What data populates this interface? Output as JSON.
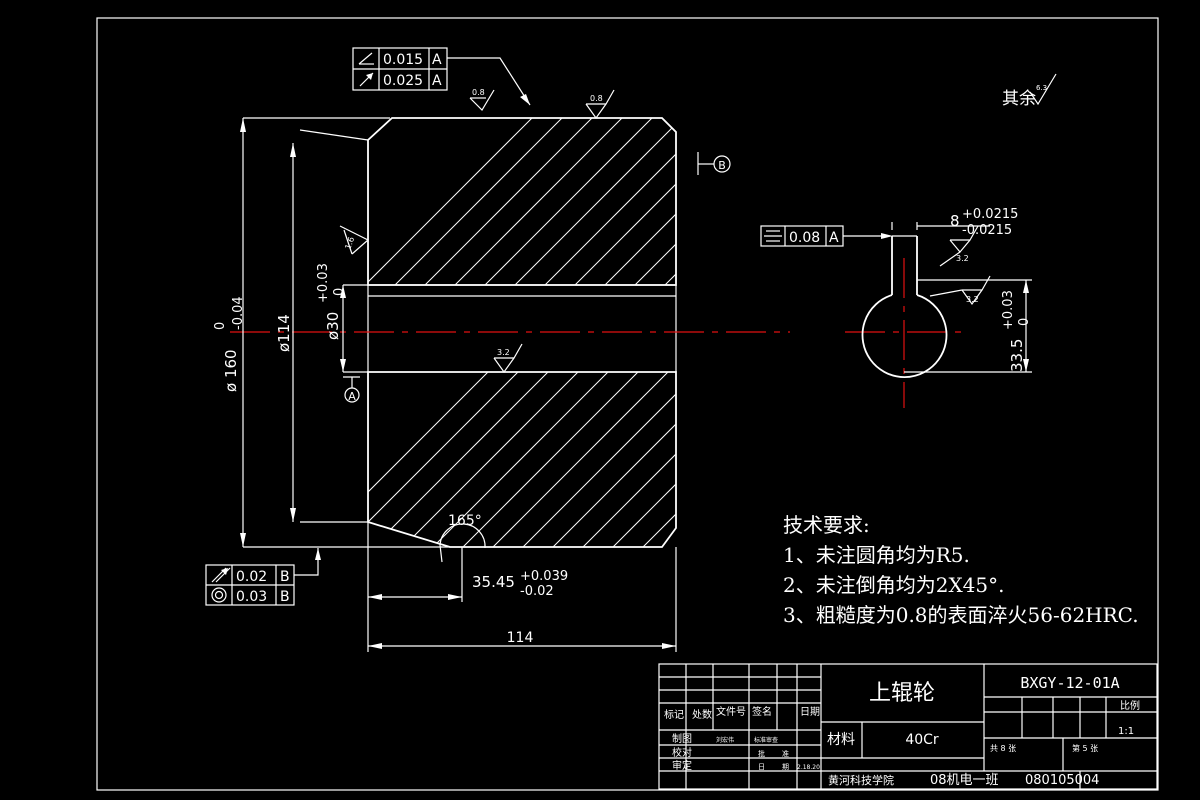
{
  "gdt": {
    "top_row1": {
      "symbol": "angularity",
      "value": "0.015",
      "datum": "A"
    },
    "top_row2": {
      "symbol": "circular-runout",
      "value": "0.025",
      "datum": "A"
    },
    "bottom_row1": {
      "symbol": "total-runout",
      "value": "0.02",
      "datum": "B"
    },
    "bottom_row2": {
      "symbol": "concentricity",
      "value": "0.03",
      "datum": "B"
    },
    "keyway": {
      "symbol": "symmetry",
      "value": "0.08",
      "datum": "A"
    }
  },
  "datums": {
    "a": "A",
    "b": "B"
  },
  "roughness": {
    "other": "其余",
    "other_value": "6.3",
    "face_top1": "0.8",
    "face_top2": "0.8",
    "bore_left": "1.6",
    "bore": "3.2",
    "key_side": "3.2",
    "key_bottom": "3.2"
  },
  "dimensions": {
    "outer_dia": "ø 160",
    "outer_dia_tol_upper": "0",
    "outer_dia_tol_lower": "-0.04",
    "inner_dia": "ø114",
    "bore_dia": "ø30",
    "bore_tol_upper": "+0.03",
    "bore_tol_lower": "0",
    "angle": "165°",
    "groove": "35.45",
    "groove_tol_upper": "+0.039",
    "groove_tol_lower": "-0.02",
    "length": "114",
    "key_width": "8",
    "key_width_tol_upper": "+0.0215",
    "key_width_tol_lower": "-0.0215",
    "key_depth": "33.5",
    "key_depth_tol_upper": "+0.03",
    "key_depth_tol_lower": "0"
  },
  "tech_requirements": {
    "title": "技术要求:",
    "items": [
      "1、未注圆角均为R5.",
      "2、未注倒角均为2X45°.",
      "3、粗糙度为0.8的表面淬火56-62HRC."
    ]
  },
  "title_block": {
    "part_name": "上辊轮",
    "drawing_no": "BXGY-12-01A",
    "scale_label": "比例",
    "scale_value": "1:1",
    "material_label": "材料",
    "material": "40Cr",
    "sheets_total": "共 8 张",
    "sheet_no": "第 5 张",
    "school": "黄河科技学院",
    "class": "08机电一班",
    "student_no": "080105004",
    "hdr_mark": "标记",
    "hdr_count": "处数",
    "hdr_file": "文件号",
    "hdr_sign": "签名",
    "hdr_date": "日期",
    "draw_label": "制图",
    "draw_name": "刘宏伟",
    "draw_std": "标准审查",
    "check_label": "校对",
    "check_a": "批",
    "check_b": "准",
    "approve_label": "审定",
    "approve_a": "日",
    "approve_b": "期",
    "approve_date": "2.18.20"
  }
}
